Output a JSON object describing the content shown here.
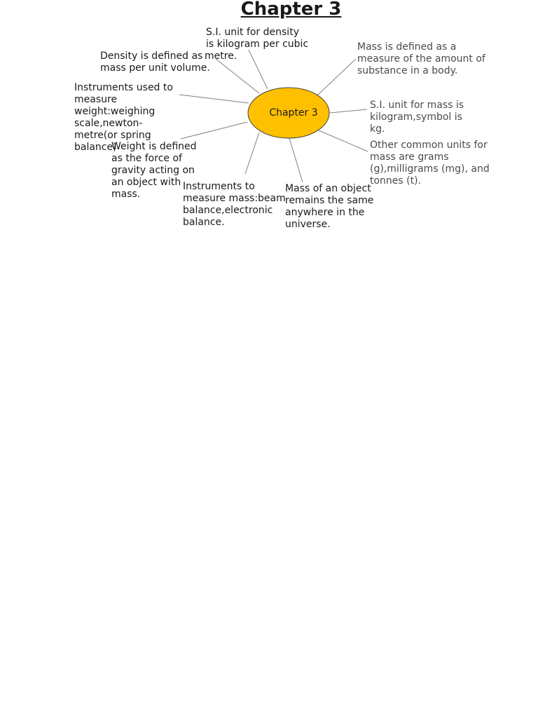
{
  "title": "Chapter 3",
  "center": {
    "label": "Chapter 3",
    "fill": "#FFC000",
    "stroke": "#404040"
  },
  "notes": [
    {
      "id": "si-density",
      "text": "S.I. unit for density\nis kilogram per cubic"
    },
    {
      "id": "density-def",
      "text": "Density is defined as\nmass per unit volume."
    },
    {
      "id": "metre-fragment",
      "text": "metre."
    },
    {
      "id": "mass-def",
      "text": "Mass is defined as a\nmeasure of the amount of\nsubstance in a body."
    },
    {
      "id": "weight-instruments",
      "text": "Instruments used to\nmeasure\nweight:weighing\nscale,newton-\nmetre(or spring\nbalance)"
    },
    {
      "id": "si-mass",
      "text": "S.I. unit for mass is\nkilogram,symbol is\nkg."
    },
    {
      "id": "weight-def",
      "text": "Weight is defined\nas the force of\ngravity acting on\nan object with\nmass."
    },
    {
      "id": "other-units",
      "text": "Other common units for\nmass are grams\n(g),milligrams (mg), and\ntonnes (t)."
    },
    {
      "id": "mass-instruments",
      "text": "Instruments to\nmeasure mass:beam\nbalance,electronic\nbalance."
    },
    {
      "id": "mass-constant",
      "text": "Mass of an object\nremains the same\nanywhere in the\nuniverse."
    }
  ]
}
